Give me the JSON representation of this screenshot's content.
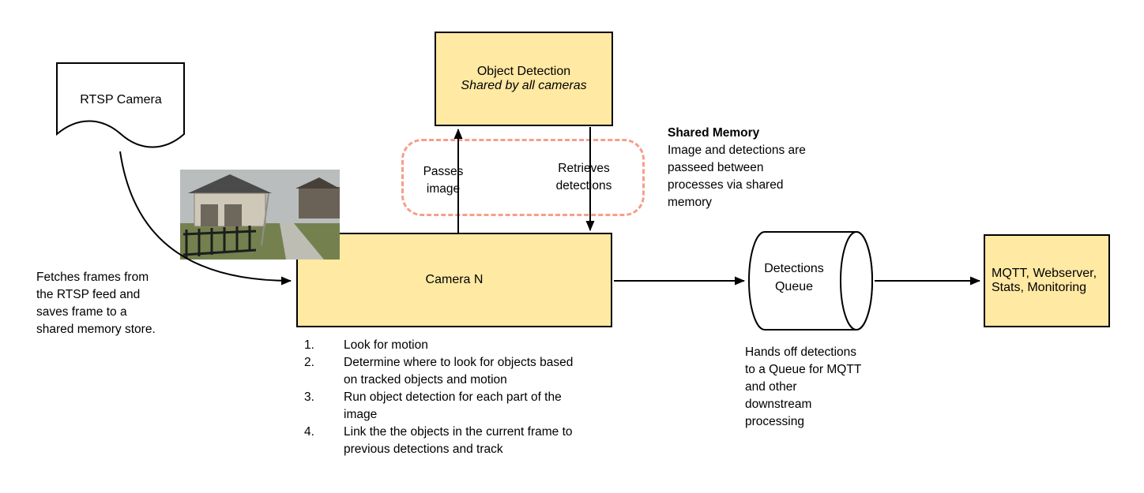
{
  "rtsp": {
    "label": "RTSP Camera",
    "note": "Fetches frames from the RTSP feed and saves frame to a shared memory store."
  },
  "object_detection": {
    "title": "Object Detection",
    "subtitle": "Shared by all cameras"
  },
  "shared_memory": {
    "passes_label": "Passes image",
    "retrieves_label": "Retrieves detections",
    "note_title": "Shared Memory",
    "note_body": "Image and detections are passeed between processes via shared memory"
  },
  "camera_n": {
    "label": "Camera N",
    "steps": [
      "Look for motion",
      "Determine where to look for objects based on tracked objects and motion",
      "Run object detection for each part of the image",
      "Link the the objects in the current frame to previous detections and track"
    ]
  },
  "queue": {
    "label": "Detections Queue",
    "note": "Hands off detections to a Queue for MQTT and other downstream processing"
  },
  "outputs": {
    "label": "MQTT, Webserver, Stats, Monitoring"
  },
  "colors": {
    "node_fill": "#ffe9a3",
    "node_border": "#000000",
    "shared_memory_dash": "#f59f8a",
    "connector": "#000000"
  }
}
